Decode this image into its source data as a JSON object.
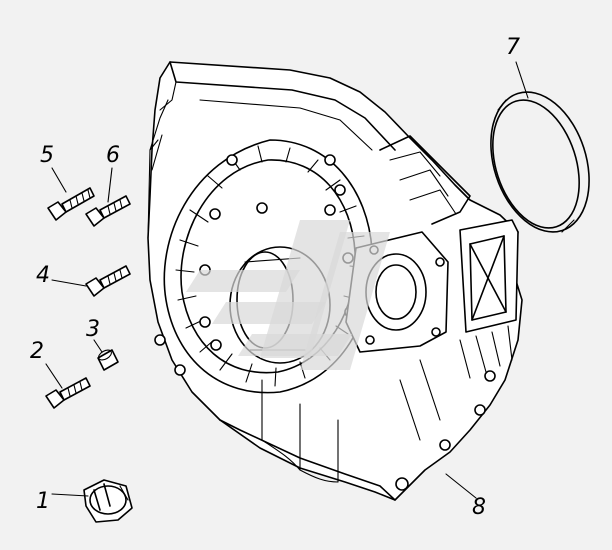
{
  "diagram": {
    "parts": [
      {
        "id": "1",
        "label": "1",
        "icon": "drain-plug-icon"
      },
      {
        "id": "2",
        "label": "2",
        "icon": "bolt-icon"
      },
      {
        "id": "3",
        "label": "3",
        "icon": "dowel-pin-icon"
      },
      {
        "id": "4",
        "label": "4",
        "icon": "bolt-icon"
      },
      {
        "id": "5",
        "label": "5",
        "icon": "bolt-icon"
      },
      {
        "id": "6",
        "label": "6",
        "icon": "bolt-icon"
      },
      {
        "id": "7",
        "label": "7",
        "icon": "seal-ring-icon"
      },
      {
        "id": "8",
        "label": "8",
        "icon": "flywheel-housing-icon"
      }
    ],
    "colors": {
      "background": "#f2f2f2",
      "ink": "#000000",
      "watermark": "#d9d9d9"
    }
  }
}
